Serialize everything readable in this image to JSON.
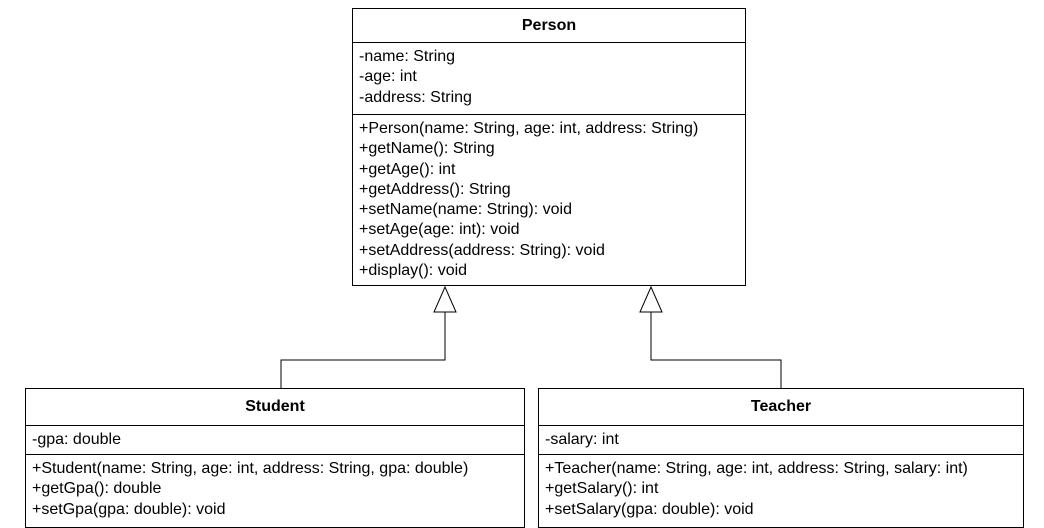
{
  "classes": {
    "person": {
      "name": "Person",
      "attributes": [
        "-name: String",
        "-age: int",
        "-address: String"
      ],
      "operations": [
        "+Person(name: String, age: int, address: String)",
        "+getName(): String",
        "+getAge(): int",
        "+getAddress(): String",
        "+setName(name: String): void",
        "+setAge(age: int): void",
        "+setAddress(address: String): void",
        "+display(): void"
      ]
    },
    "student": {
      "name": "Student",
      "attributes": [
        "-gpa: double"
      ],
      "operations": [
        "+Student(name: String, age: int, address: String, gpa: double)",
        "+getGpa(): double",
        "+setGpa(gpa: double): void"
      ]
    },
    "teacher": {
      "name": "Teacher",
      "attributes": [
        "-salary: int"
      ],
      "operations": [
        "+Teacher(name: String, age: int, address: String, salary: int)",
        "+getSalary(): int",
        "+setSalary(gpa: double): void"
      ]
    }
  },
  "relations": [
    {
      "type": "generalization",
      "from": "Student",
      "to": "Person"
    },
    {
      "type": "generalization",
      "from": "Teacher",
      "to": "Person"
    }
  ]
}
